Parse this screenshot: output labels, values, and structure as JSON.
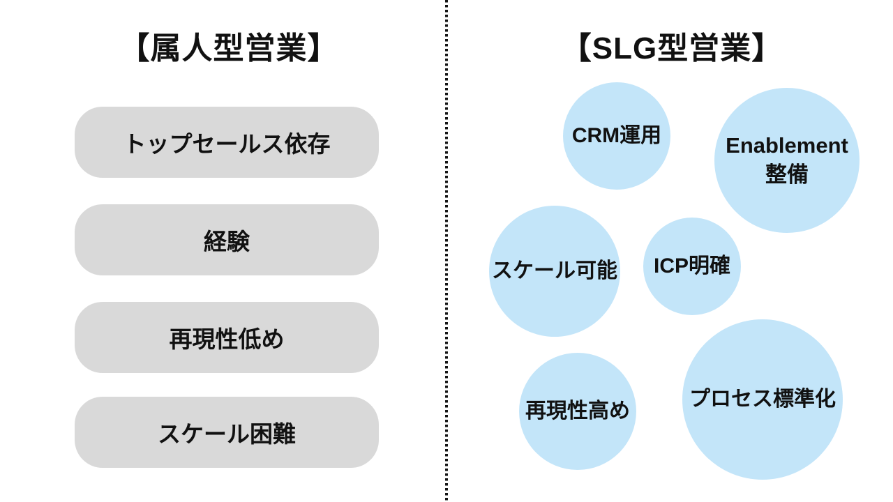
{
  "left_panel": {
    "title": "【属人型営業】",
    "boxes": [
      "トップセールス依存",
      "経験",
      "再現性低め",
      "スケール困難"
    ]
  },
  "right_panel": {
    "title": "【SLG型営業】",
    "bubbles": [
      {
        "label": "CRM運用"
      },
      {
        "label": "Enablement\n整備"
      },
      {
        "label": "スケール可能"
      },
      {
        "label": "ICP明確"
      },
      {
        "label": "再現性高め"
      },
      {
        "label": "プロセス標準化"
      }
    ]
  },
  "colors": {
    "background": "#ffffff",
    "box_fill": "#d9d9d9",
    "bubble_fill": "#c3e5f9",
    "text": "#111111",
    "divider_dots": "#141414"
  }
}
